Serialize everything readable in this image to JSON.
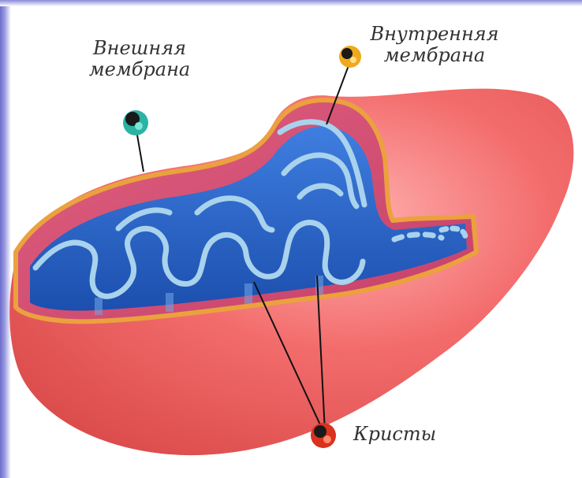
{
  "labels": {
    "outer_membrane": "Внешняя\nмембрана",
    "inner_membrane": "Внутренняя\nмембрана",
    "cristae": "Кристы"
  },
  "colors": {
    "background": "#ffffff",
    "outer_body": "#f06a6a",
    "outer_edge": "#e89a3a",
    "matrix": "#2560c8",
    "inner_rim": "#a9d3ec",
    "frame_accent": "#6c6ccc"
  },
  "icons": {
    "outer_pin": "teal-pin-icon",
    "inner_pin": "orange-pin-icon",
    "cristae_pin": "red-pin-icon"
  }
}
